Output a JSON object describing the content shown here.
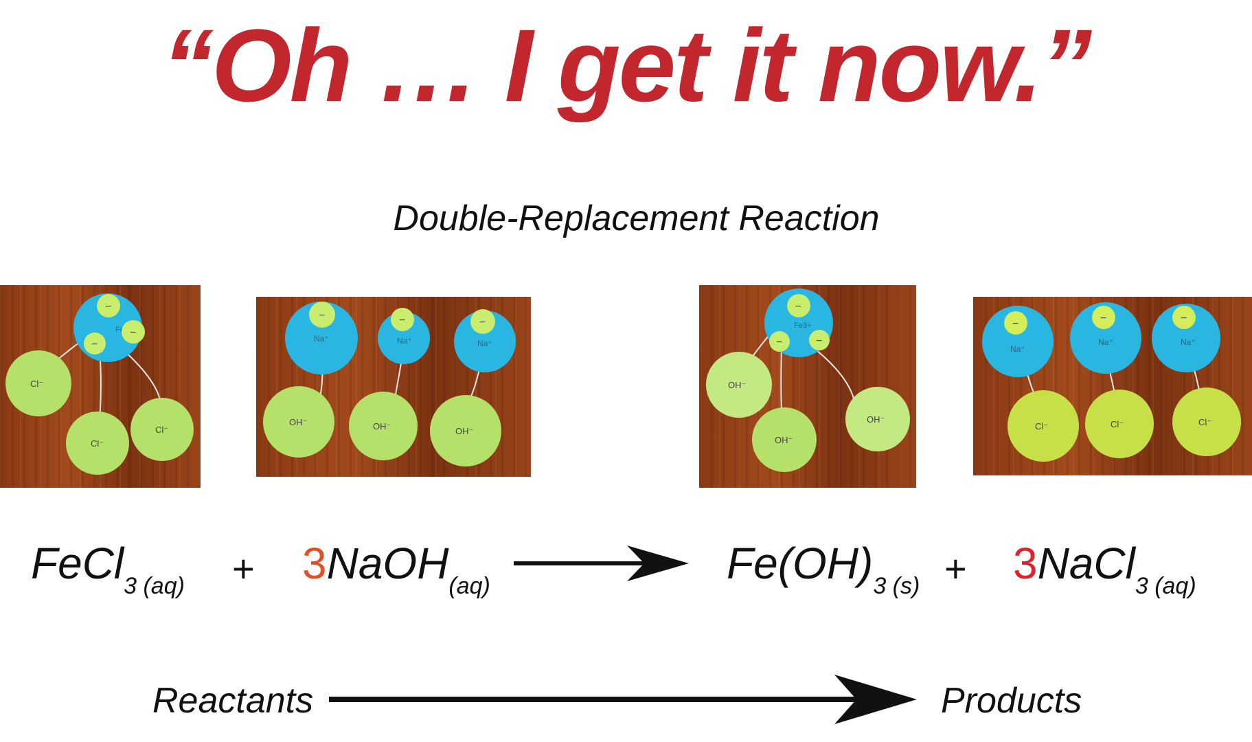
{
  "headline": "“Oh … I get it now.”",
  "subtitle": "Double-Replacement Reaction",
  "photos": {
    "fecl3": {
      "cation": "Fe3+",
      "anions": [
        "Cl⁻",
        "Cl⁻",
        "Cl⁻"
      ]
    },
    "naoh": {
      "cations": [
        "Na⁺",
        "Na⁺",
        "Na⁺"
      ],
      "anions": [
        "OH⁻",
        "OH⁻",
        "OH⁻"
      ]
    },
    "feoh3": {
      "cation": "Fe3+",
      "anions": [
        "OH⁻",
        "OH⁻",
        "OH⁻"
      ]
    },
    "nacl": {
      "cations": [
        "Na⁺",
        "Na⁺",
        "Na⁺"
      ],
      "anions": [
        "Cl⁻",
        "Cl⁻",
        "Cl⁻"
      ]
    },
    "link_sign": "−"
  },
  "equation": {
    "r1_formula": "FeCl",
    "r1_sub": "3 (aq)",
    "plus": "+",
    "r2_coef": "3",
    "r2_formula": "NaOH",
    "r2_sub": "(aq)",
    "p1_formula": "Fe(OH)",
    "p1_sub": "3 (s)",
    "p2_coef": "3",
    "p2_formula": "NaCl",
    "p2_sub": "3 (aq)"
  },
  "labels": {
    "reactants": "Reactants",
    "products": "Products"
  },
  "colors": {
    "headline": "#c1272d",
    "coef_orange": "#e2502a",
    "coef_red": "#e0202a",
    "cation_blue": "#29b6e0",
    "anion_green": "#b5e06a",
    "wood": "#8a3a14"
  }
}
